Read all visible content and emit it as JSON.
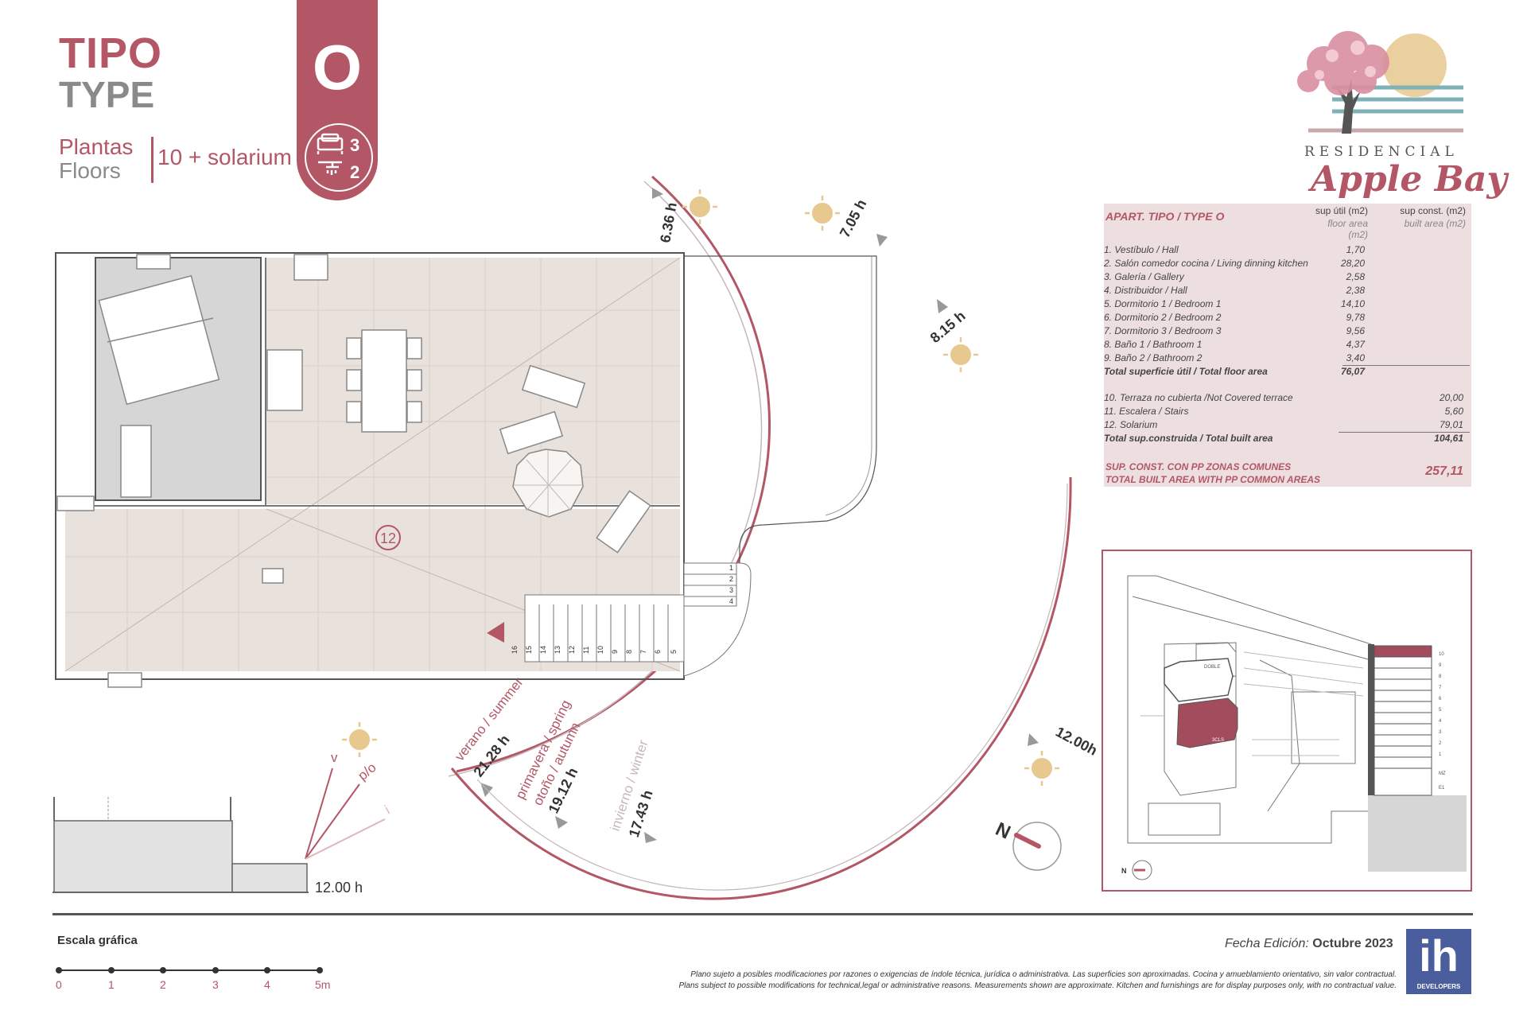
{
  "header": {
    "tipo_label": "TIPO",
    "type_label": "TYPE",
    "type_letter": "O",
    "floors_es": "Plantas",
    "floors_en": "Floors",
    "floors_value": "10 + solarium",
    "bedrooms": "3",
    "bathrooms": "2"
  },
  "brand": {
    "word": "RESIDENCIAL",
    "name": "Apple Bay"
  },
  "area_table": {
    "title": "APART. TIPO / TYPE O",
    "col1_es": "sup útil (m2)",
    "col1_en": "floor area (m2)",
    "col2_es": "sup const. (m2)",
    "col2_en": "built area (m2)",
    "rooms": [
      {
        "label": "1. Vestíbulo / Hall",
        "value": "1,70"
      },
      {
        "label": "2. Salón comedor cocina / Living dinning kitchen",
        "value": "28,20"
      },
      {
        "label": "3. Galería / Gallery",
        "value": "2,58"
      },
      {
        "label": "4. Distribuidor / Hall",
        "value": "2,38"
      },
      {
        "label": "5. Dormitorio 1 / Bedroom 1",
        "value": "14,10"
      },
      {
        "label": "6. Dormitorio 2 / Bedroom 2",
        "value": "9,78"
      },
      {
        "label": "7. Dormitorio 3 / Bedroom 3",
        "value": "9,56"
      },
      {
        "label": "8. Baño 1 / Bathroom 1",
        "value": "4,37"
      },
      {
        "label": "9. Baño 2 / Bathroom 2",
        "value": "3,40"
      }
    ],
    "total_floor_label": "Total superficie útil / Total floor area",
    "total_floor_value": "76,07",
    "extras": [
      {
        "label": "10. Terraza no cubierta /Not Covered terrace",
        "value": "20,00"
      },
      {
        "label": "11. Escalera / Stairs",
        "value": "5,60"
      },
      {
        "label": "12. Solarium",
        "value": "79,01"
      }
    ],
    "total_built_label": "Total sup.construida / Total built area",
    "total_built_value": "104,61",
    "common_es": "SUP. CONST. CON PP ZONAS COMUNES",
    "common_en": "TOTAL BUILT AREA WITH PP COMMON AREAS",
    "common_value": "257,11"
  },
  "plan": {
    "room_number": "12",
    "sun_times": {
      "t1": "6.36 h",
      "t2": "7.05 h",
      "t3": "8.15 h",
      "t4": "12.00h"
    },
    "seasons": {
      "summer_label": "verano / summer",
      "summer_time": "21.28 h",
      "spring_label": "primavera / spring",
      "autumn_label": "otoño / autumn",
      "spring_time": "19.12 h",
      "winter_label": "invierno / winter",
      "winter_time": "17.43 h"
    },
    "stairs_top": [
      "1",
      "2",
      "3",
      "4"
    ],
    "stairs_bottom": [
      "16",
      "15",
      "14",
      "13",
      "12",
      "11",
      "10",
      "9",
      "8",
      "7",
      "6",
      "5"
    ]
  },
  "section": {
    "ray_v": "v",
    "ray_po": "p/o",
    "ray_i": "i",
    "time": "12.00 h"
  },
  "compass": {
    "north": "N"
  },
  "keyplan": {
    "floors": [
      "10",
      "9",
      "8",
      "7",
      "6",
      "5",
      "4",
      "3",
      "2",
      "1",
      "MZ",
      "E1"
    ],
    "unit_label_1": "DOBLE",
    "unit_label_2": "3CLS",
    "north": "N"
  },
  "footer": {
    "scale_label": "Escala gráfica",
    "scale_ticks": [
      "0",
      "1",
      "2",
      "3",
      "4",
      "5m"
    ],
    "date_label": "Fecha Edición:",
    "date_value": "Octubre 2023",
    "disclaimer_es": "Plano sujeto a posibles modificaciones por razones o exigencias de índole técnica, jurídica o administrativa. Las superficies son aproximadas. Cocina y amueblamiento orientativo, sin valor contractual.",
    "disclaimer_en": "Plans subject to possible modifications for technical,legal or administrative reasons. Measurements shown are approximate. Kitchen and furnishings are for display purposes only, with no contractual value.",
    "logo_text": "ih",
    "logo_sub": "DEVELOPERS"
  },
  "colors": {
    "accent": "#b35766",
    "gray": "#8a8a8a",
    "terrace": "#e9e2dc",
    "interior": "#d6d6d6",
    "table_bg": "#eddfe0",
    "logo_blue": "#4a5d9c",
    "sun": "#e7c88e"
  }
}
